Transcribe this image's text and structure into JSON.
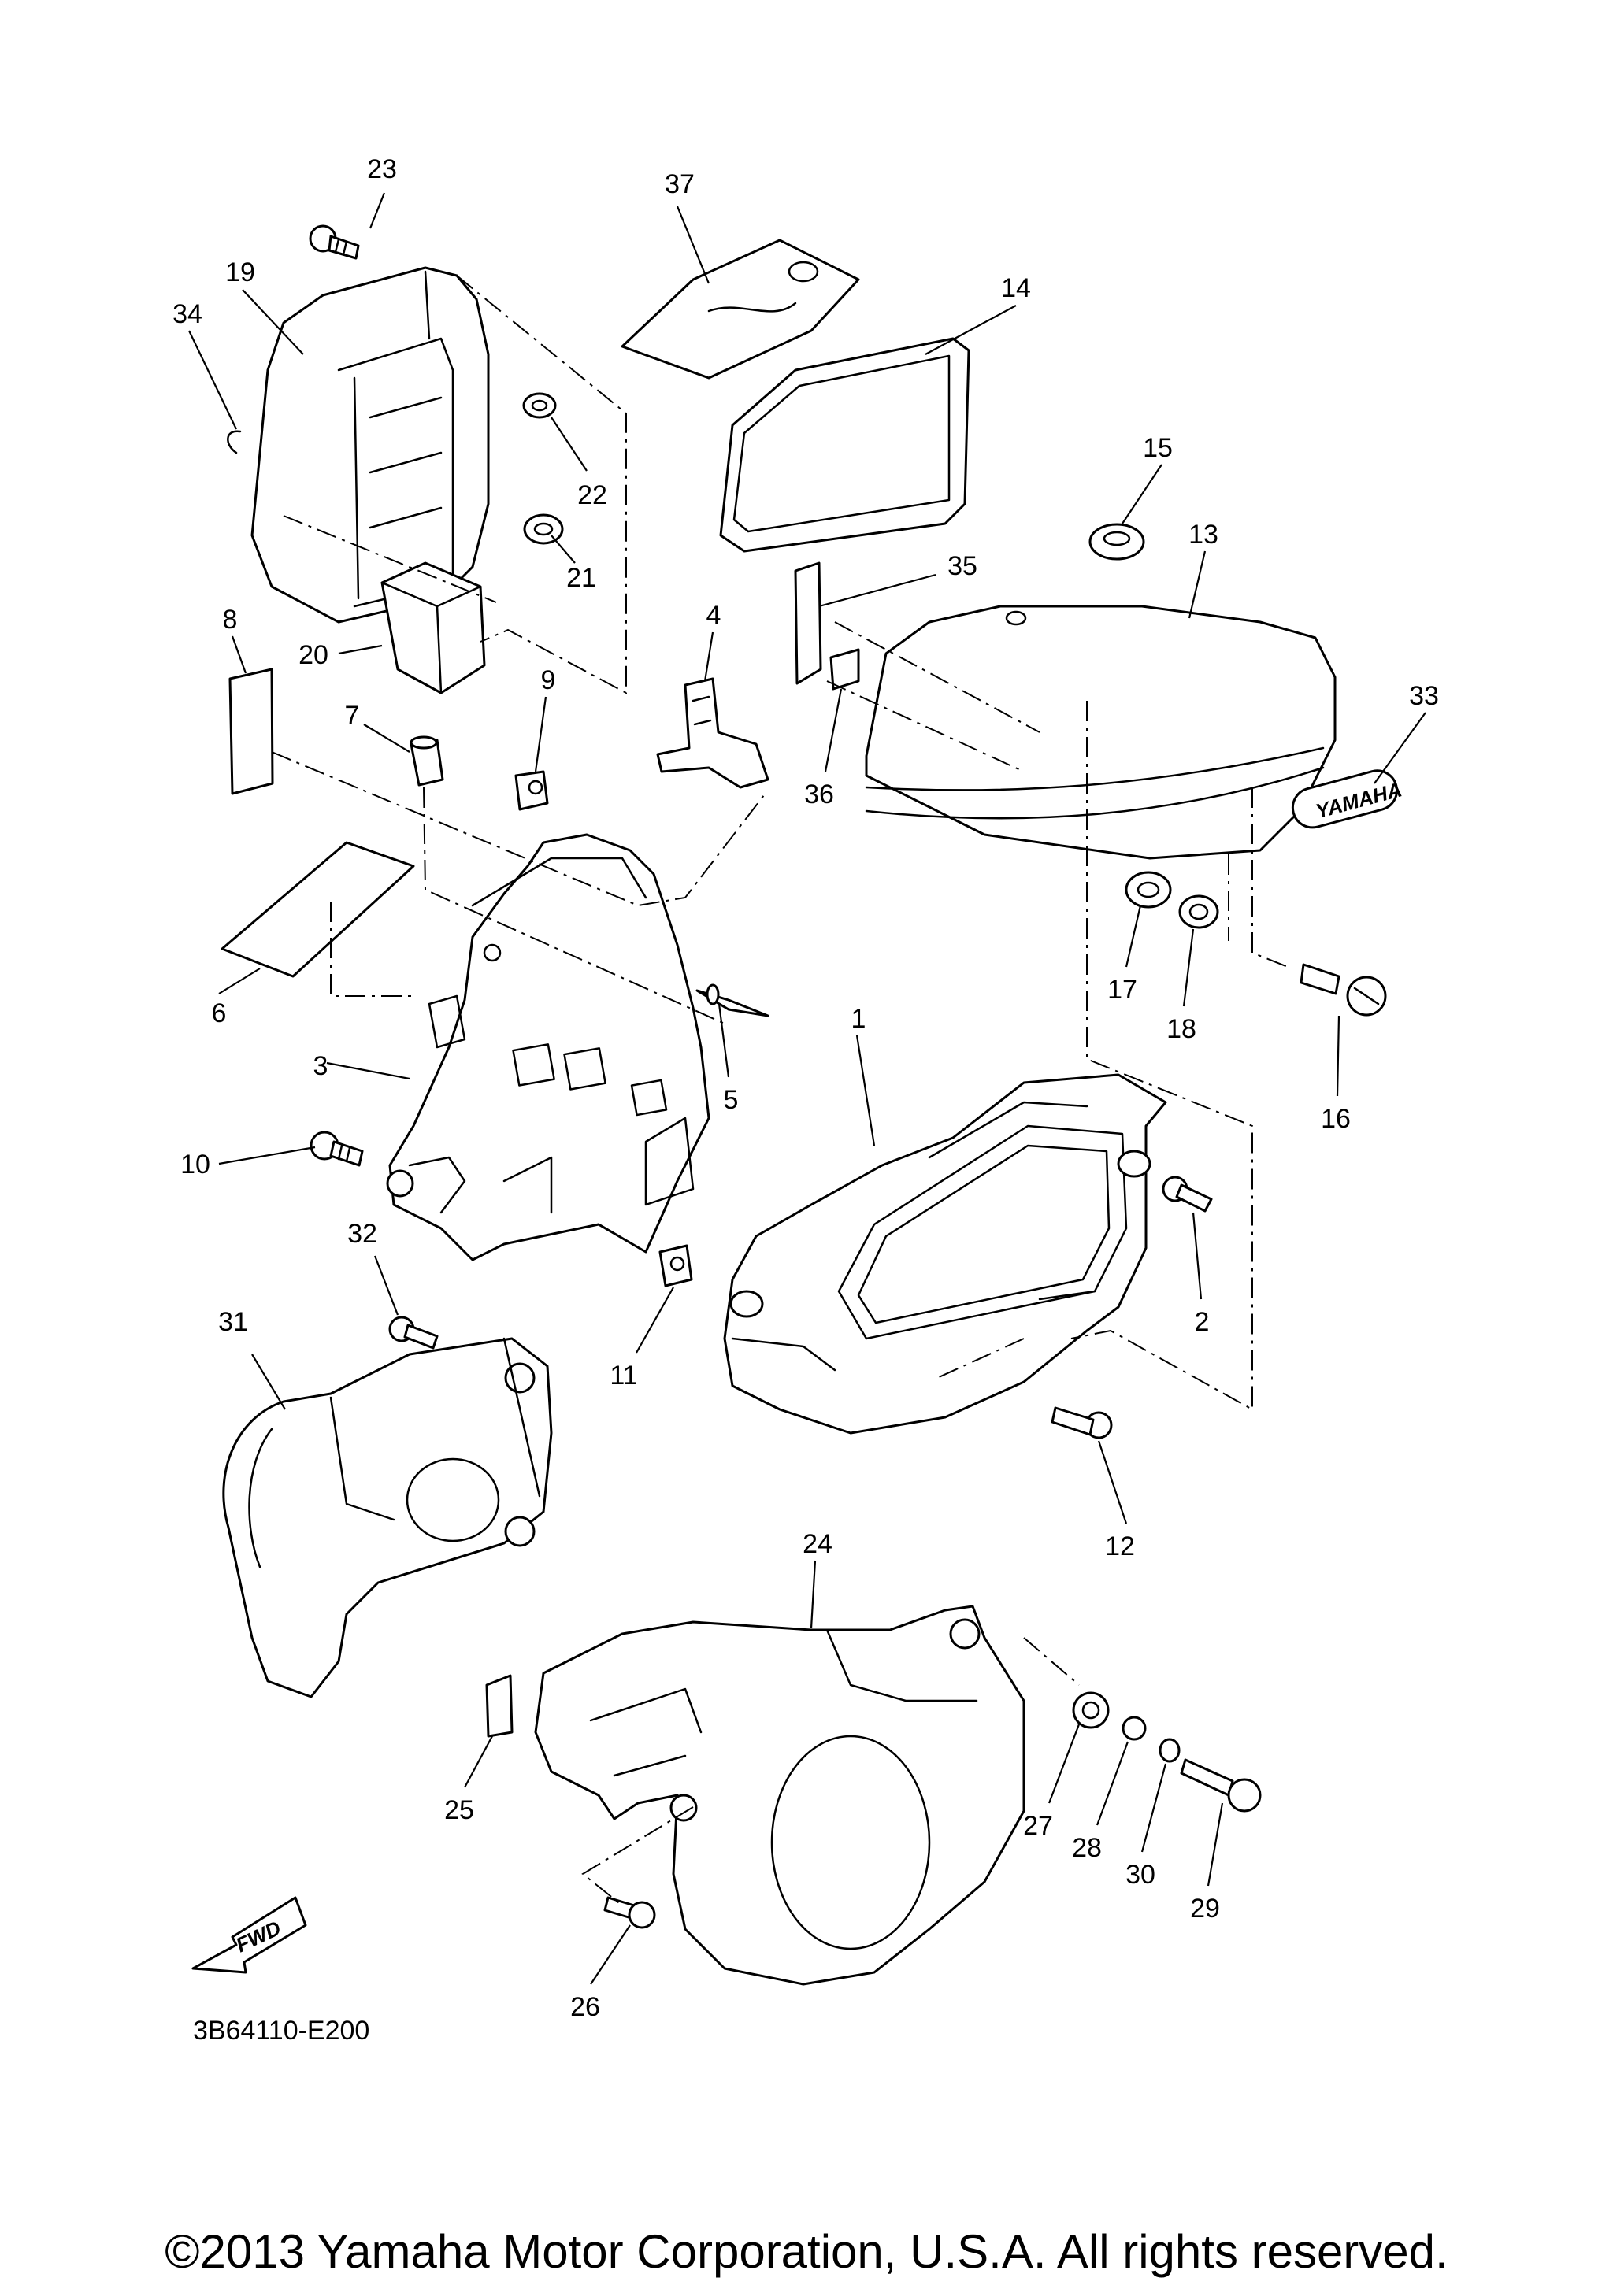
{
  "diagram": {
    "callouts": [
      {
        "id": "1",
        "label": "1"
      },
      {
        "id": "2",
        "label": "2"
      },
      {
        "id": "3",
        "label": "3"
      },
      {
        "id": "4",
        "label": "4"
      },
      {
        "id": "5",
        "label": "5"
      },
      {
        "id": "6",
        "label": "6"
      },
      {
        "id": "7",
        "label": "7"
      },
      {
        "id": "8",
        "label": "8"
      },
      {
        "id": "9",
        "label": "9"
      },
      {
        "id": "10",
        "label": "10"
      },
      {
        "id": "11",
        "label": "11"
      },
      {
        "id": "12",
        "label": "12"
      },
      {
        "id": "13",
        "label": "13"
      },
      {
        "id": "14",
        "label": "14"
      },
      {
        "id": "15",
        "label": "15"
      },
      {
        "id": "16",
        "label": "16"
      },
      {
        "id": "17",
        "label": "17"
      },
      {
        "id": "18",
        "label": "18"
      },
      {
        "id": "19",
        "label": "19"
      },
      {
        "id": "20",
        "label": "20"
      },
      {
        "id": "21",
        "label": "21"
      },
      {
        "id": "22",
        "label": "22"
      },
      {
        "id": "23",
        "label": "23"
      },
      {
        "id": "24",
        "label": "24"
      },
      {
        "id": "25",
        "label": "25"
      },
      {
        "id": "26",
        "label": "26"
      },
      {
        "id": "27",
        "label": "27"
      },
      {
        "id": "28",
        "label": "28"
      },
      {
        "id": "29",
        "label": "29"
      },
      {
        "id": "30",
        "label": "30"
      },
      {
        "id": "31",
        "label": "31"
      },
      {
        "id": "32",
        "label": "32"
      },
      {
        "id": "33",
        "label": "33"
      },
      {
        "id": "34",
        "label": "34"
      },
      {
        "id": "35",
        "label": "35"
      },
      {
        "id": "36",
        "label": "36"
      },
      {
        "id": "37",
        "label": "37"
      }
    ],
    "fwd_label": "FWD",
    "emblem_text": "YAMAHA",
    "diagram_code": "3B64110-E200",
    "copyright": "©2013 Yamaha Motor Corporation, U.S.A. All rights reserved."
  }
}
